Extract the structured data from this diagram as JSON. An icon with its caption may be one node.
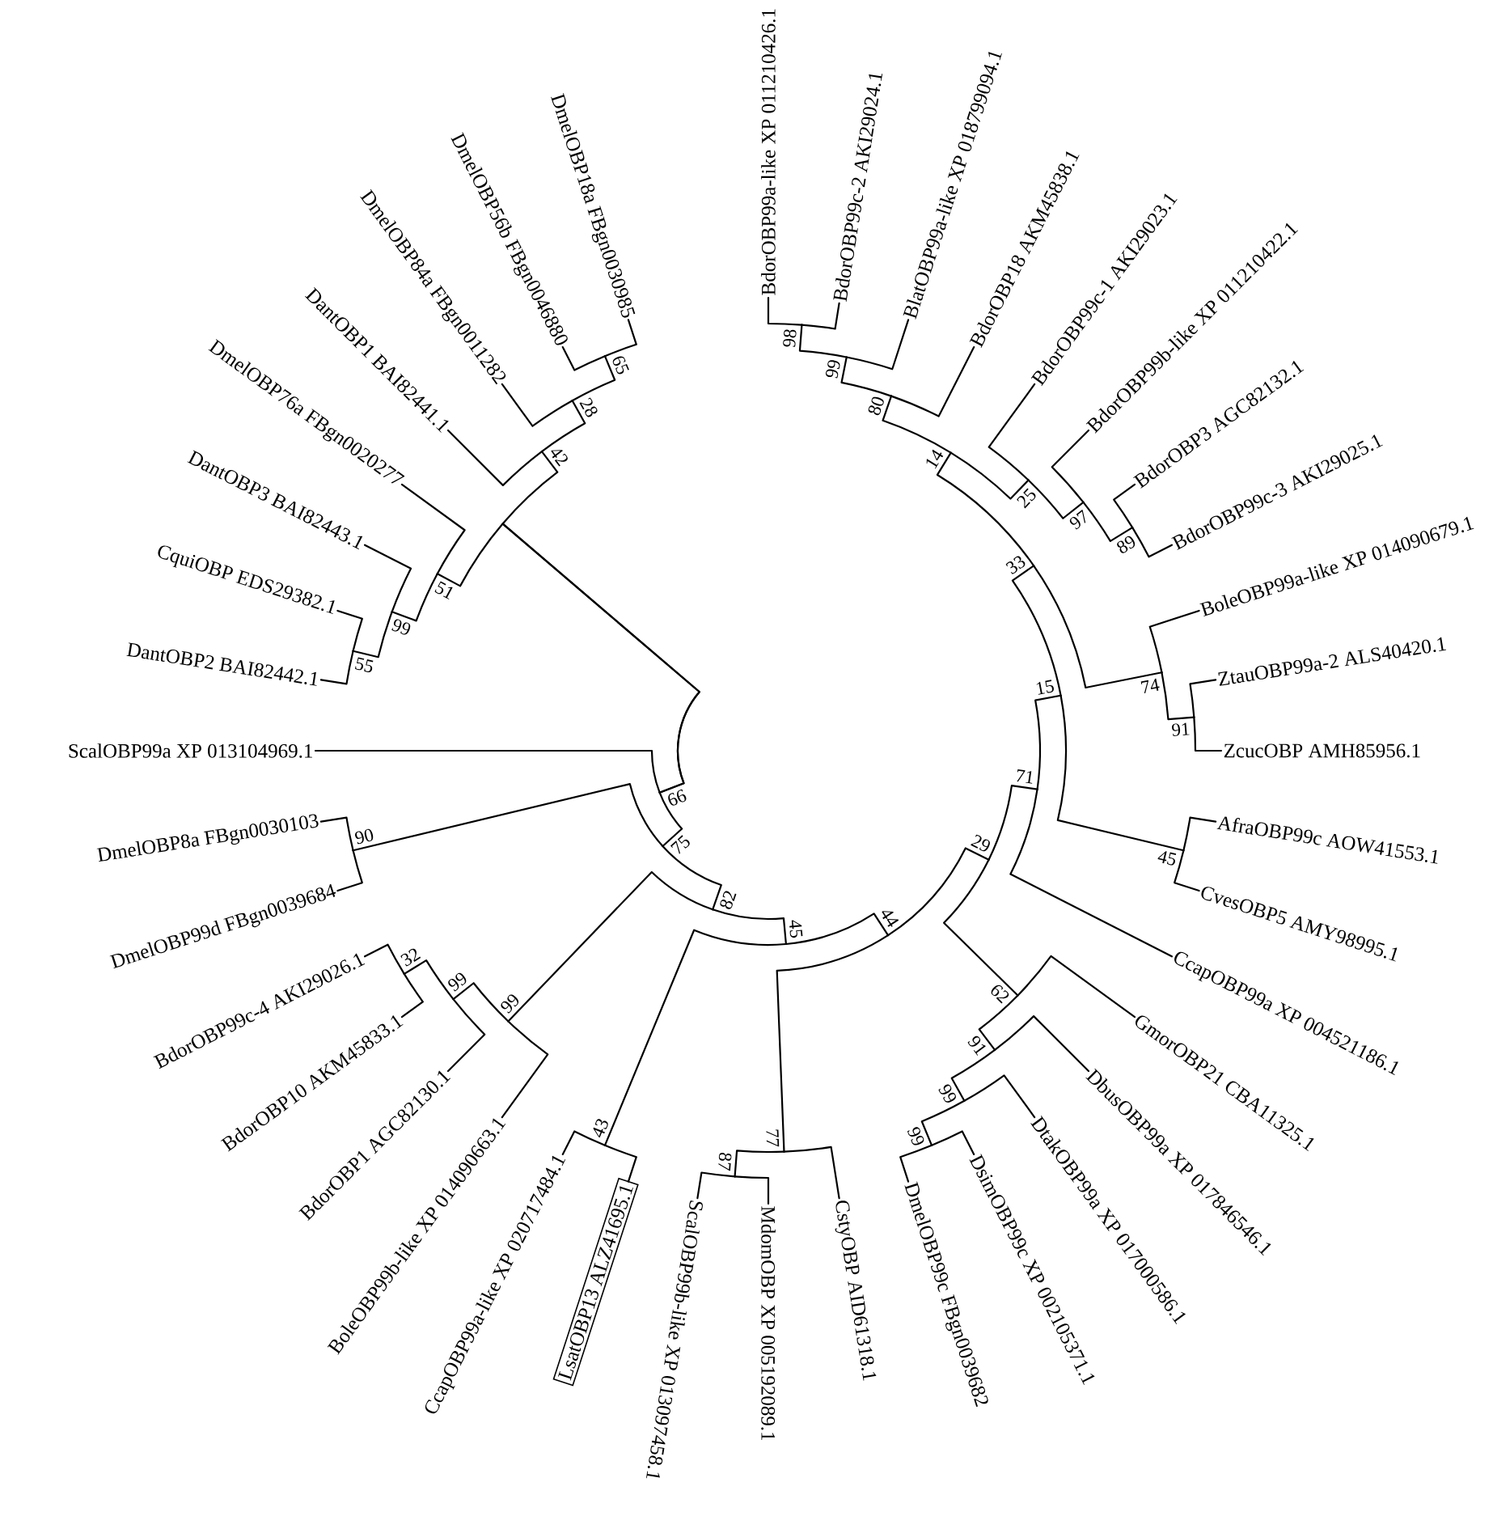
{
  "diagram": {
    "nodes": [
      {
        "text": [
          "BdorOBP99a-like XP 011210426.1"
        ]
      },
      {
        "text": [
          "BdorOBP99c-2 AKI29024.1"
        ]
      },
      {
        "text": [
          "BlatOBP99a-like XP 018799094.1"
        ]
      },
      {
        "text": [
          "BdorOBP18 AKM45838.1"
        ]
      },
      {
        "text": [
          "BdorOBP99c-1 AKI29023.1"
        ]
      },
      {
        "text": [
          "BdorOBP99b-like XP 011210422.1"
        ]
      },
      {
        "text": [
          "BdorOBP3 AGC82132.1"
        ]
      },
      {
        "text": [
          "BdorOBP99c-3 AKI29025.1"
        ]
      },
      {
        "text": [
          "BoleOBP99a-like XP 014090679.1"
        ]
      },
      {
        "text": [
          "ZtauOBP99a-2 ALS40420.1"
        ]
      },
      {
        "text": [
          "ZcucOBP AMH85956.1"
        ]
      },
      {
        "text": [
          "AfraOBP99c AOW41553.1"
        ]
      },
      {
        "text": [
          "CvesOBP5 AMY98995.1"
        ]
      },
      {
        "text": [
          "CcapOBP99a XP 004521186.1"
        ]
      },
      {
        "text": [
          "GmorOBP21 CBA11325.1"
        ]
      },
      {
        "text": [
          "DbusOBP99a XP 017846546.1"
        ]
      },
      {
        "text": [
          "DtakOBP99a XP 017000586.1"
        ]
      },
      {
        "text": [
          "DsimOBP99c XP 002105371.1"
        ]
      },
      {
        "text": [
          "DmelOBP99c FBgn0039682"
        ]
      },
      {
        "text": [
          "CstyOBP AID61318.1"
        ]
      },
      {
        "text": [
          "MdomOBP XP 005192089.1"
        ]
      },
      {
        "text": [
          "ScalOBP99b-like XP 013097458.1"
        ]
      },
      {
        "text": [
          "LsatOBP13 ALZ41695.1"
        ]
      },
      {
        "text": [
          "CcapOBP99a-like XP 020717484.1"
        ]
      },
      {
        "text": [
          "BoleOBP99b-like XP 014090663.1"
        ]
      },
      {
        "text": [
          "BdorOBP1 AGC82130.1"
        ]
      },
      {
        "text": [
          "BdorOBP10 AKM45833.1"
        ]
      },
      {
        "text": [
          "BdorOBP99c-4 AKI29026.1"
        ]
      },
      {
        "text": [
          "DmelOBP99d FBgn0039684"
        ]
      },
      {
        "text": [
          "DmelOBP8a FBgn0030103"
        ]
      },
      {
        "text": [
          "ScalOBP99a XP 013104969.1"
        ]
      },
      {
        "text": [
          "DantOBP2 BAI82442.1"
        ]
      },
      {
        "text": [
          "CquiOBP EDS29382.1"
        ]
      },
      {
        "text": [
          "DantOBP3 BAI82443.1"
        ]
      },
      {
        "text": [
          "DmelOBP76a FBgn0020277"
        ]
      },
      {
        "text": [
          "DantOBP1 BAI82441.1"
        ]
      },
      {
        "text": [
          "DmelOBP84a FBgn0011282"
        ]
      },
      {
        "text": [
          "DmelOBP56b FBgn0046880"
        ]
      },
      {
        "text": [
          "DmelOBP18a FBgn0030985"
        ]
      },
      {
        "text": [
          "98"
        ]
      },
      {
        "text": [
          "99"
        ]
      },
      {
        "text": [
          "80"
        ]
      },
      {
        "text": [
          "89"
        ]
      },
      {
        "text": [
          "97"
        ]
      },
      {
        "text": [
          "25"
        ]
      },
      {
        "text": [
          "14"
        ]
      },
      {
        "text": [
          "91"
        ]
      },
      {
        "text": [
          "74"
        ]
      },
      {
        "text": [
          "33"
        ]
      },
      {
        "text": [
          "45"
        ]
      },
      {
        "text": [
          "15"
        ]
      },
      {
        "text": [
          "71"
        ]
      },
      {
        "text": [
          "99"
        ]
      },
      {
        "text": [
          "99"
        ]
      },
      {
        "text": [
          "91"
        ]
      },
      {
        "text": [
          "62"
        ]
      },
      {
        "text": [
          "29"
        ]
      },
      {
        "text": [
          "87"
        ]
      },
      {
        "text": [
          "77"
        ]
      },
      {
        "text": [
          "44"
        ]
      },
      {
        "text": [
          "43"
        ]
      },
      {
        "text": [
          "45"
        ]
      },
      {
        "text": [
          "32"
        ]
      },
      {
        "text": [
          "99"
        ]
      },
      {
        "text": [
          "99"
        ]
      },
      {
        "text": [
          "82"
        ]
      },
      {
        "text": [
          "90"
        ]
      },
      {
        "text": [
          "75"
        ]
      },
      {
        "text": [
          "66"
        ]
      },
      {
        "text": [
          "55"
        ]
      },
      {
        "text": [
          "99"
        ]
      },
      {
        "text": [
          "51"
        ]
      },
      {
        "text": [
          "65"
        ]
      },
      {
        "text": [
          "28"
        ]
      },
      {
        "text": [
          "42"
        ]
      }
    ],
    "edges": [
      {
        "from": 39,
        "to": 0,
        "arrow": "none"
      },
      {
        "from": 39,
        "to": 1,
        "arrow": "none"
      },
      {
        "from": 40,
        "to": 39,
        "arrow": "none"
      },
      {
        "from": 40,
        "to": 2,
        "arrow": "none"
      },
      {
        "from": 41,
        "to": 40,
        "arrow": "none"
      },
      {
        "from": 41,
        "to": 3,
        "arrow": "none"
      },
      {
        "from": 42,
        "to": 6,
        "arrow": "none"
      },
      {
        "from": 42,
        "to": 7,
        "arrow": "none"
      },
      {
        "from": 43,
        "to": 5,
        "arrow": "none"
      },
      {
        "from": 43,
        "to": 42,
        "arrow": "none"
      },
      {
        "from": 44,
        "to": 4,
        "arrow": "none"
      },
      {
        "from": 44,
        "to": 43,
        "arrow": "none"
      },
      {
        "from": 45,
        "to": 41,
        "arrow": "none"
      },
      {
        "from": 45,
        "to": 44,
        "arrow": "none"
      },
      {
        "from": 46,
        "to": 9,
        "arrow": "none"
      },
      {
        "from": 46,
        "to": 10,
        "arrow": "none"
      },
      {
        "from": 47,
        "to": 8,
        "arrow": "none"
      },
      {
        "from": 47,
        "to": 46,
        "arrow": "none"
      },
      {
        "from": 48,
        "to": 47,
        "arrow": "none"
      },
      {
        "from": 48,
        "to": 45,
        "arrow": "none"
      },
      {
        "from": 49,
        "to": 11,
        "arrow": "none"
      },
      {
        "from": 49,
        "to": 12,
        "arrow": "none"
      },
      {
        "from": 50,
        "to": 49,
        "arrow": "none"
      },
      {
        "from": 50,
        "to": 48,
        "arrow": "none"
      },
      {
        "from": 51,
        "to": 13,
        "arrow": "none"
      },
      {
        "from": 51,
        "to": 50,
        "arrow": "none"
      },
      {
        "from": 52,
        "to": 17,
        "arrow": "none"
      },
      {
        "from": 52,
        "to": 18,
        "arrow": "none"
      },
      {
        "from": 53,
        "to": 16,
        "arrow": "none"
      },
      {
        "from": 53,
        "to": 52,
        "arrow": "none"
      },
      {
        "from": 54,
        "to": 15,
        "arrow": "none"
      },
      {
        "from": 54,
        "to": 53,
        "arrow": "none"
      },
      {
        "from": 55,
        "to": 14,
        "arrow": "none"
      },
      {
        "from": 55,
        "to": 54,
        "arrow": "none"
      },
      {
        "from": 56,
        "to": 55,
        "arrow": "none"
      },
      {
        "from": 56,
        "to": 51,
        "arrow": "none"
      },
      {
        "from": 57,
        "to": 21,
        "arrow": "none"
      },
      {
        "from": 57,
        "to": 20,
        "arrow": "none"
      },
      {
        "from": 58,
        "to": 57,
        "arrow": "none"
      },
      {
        "from": 58,
        "to": 19,
        "arrow": "none"
      },
      {
        "from": 59,
        "to": 58,
        "arrow": "none"
      },
      {
        "from": 59,
        "to": 56,
        "arrow": "none"
      },
      {
        "from": 60,
        "to": 23,
        "arrow": "none"
      },
      {
        "from": 60,
        "to": 22,
        "arrow": "none"
      },
      {
        "from": 61,
        "to": 60,
        "arrow": "none"
      },
      {
        "from": 61,
        "to": 59,
        "arrow": "none"
      },
      {
        "from": 62,
        "to": 27,
        "arrow": "none"
      },
      {
        "from": 62,
        "to": 26,
        "arrow": "none"
      },
      {
        "from": 63,
        "to": 62,
        "arrow": "none"
      },
      {
        "from": 63,
        "to": 25,
        "arrow": "none"
      },
      {
        "from": 64,
        "to": 63,
        "arrow": "none"
      },
      {
        "from": 64,
        "to": 24,
        "arrow": "none"
      },
      {
        "from": 65,
        "to": 64,
        "arrow": "none"
      },
      {
        "from": 65,
        "to": 61,
        "arrow": "none"
      },
      {
        "from": 66,
        "to": 29,
        "arrow": "none"
      },
      {
        "from": 66,
        "to": 28,
        "arrow": "none"
      },
      {
        "from": 67,
        "to": 66,
        "arrow": "none"
      },
      {
        "from": 67,
        "to": 65,
        "arrow": "none"
      },
      {
        "from": 68,
        "to": 30,
        "arrow": "none"
      },
      {
        "from": 68,
        "to": 67,
        "arrow": "none"
      },
      {
        "from": 68,
        "to": 71,
        "arrow": "none"
      },
      {
        "from": 68,
        "to": 74,
        "arrow": "none"
      },
      {
        "from": 69,
        "to": 31,
        "arrow": "none"
      },
      {
        "from": 69,
        "to": 32,
        "arrow": "none"
      },
      {
        "from": 70,
        "to": 69,
        "arrow": "none"
      },
      {
        "from": 70,
        "to": 33,
        "arrow": "none"
      },
      {
        "from": 71,
        "to": 70,
        "arrow": "none"
      },
      {
        "from": 71,
        "to": 34,
        "arrow": "none"
      },
      {
        "from": 72,
        "to": 38,
        "arrow": "none"
      },
      {
        "from": 72,
        "to": 37,
        "arrow": "none"
      },
      {
        "from": 73,
        "to": 72,
        "arrow": "none"
      },
      {
        "from": 73,
        "to": 36,
        "arrow": "none"
      },
      {
        "from": 74,
        "to": 73,
        "arrow": "none"
      },
      {
        "from": 74,
        "to": 35,
        "arrow": "none"
      }
    ]
  }
}
